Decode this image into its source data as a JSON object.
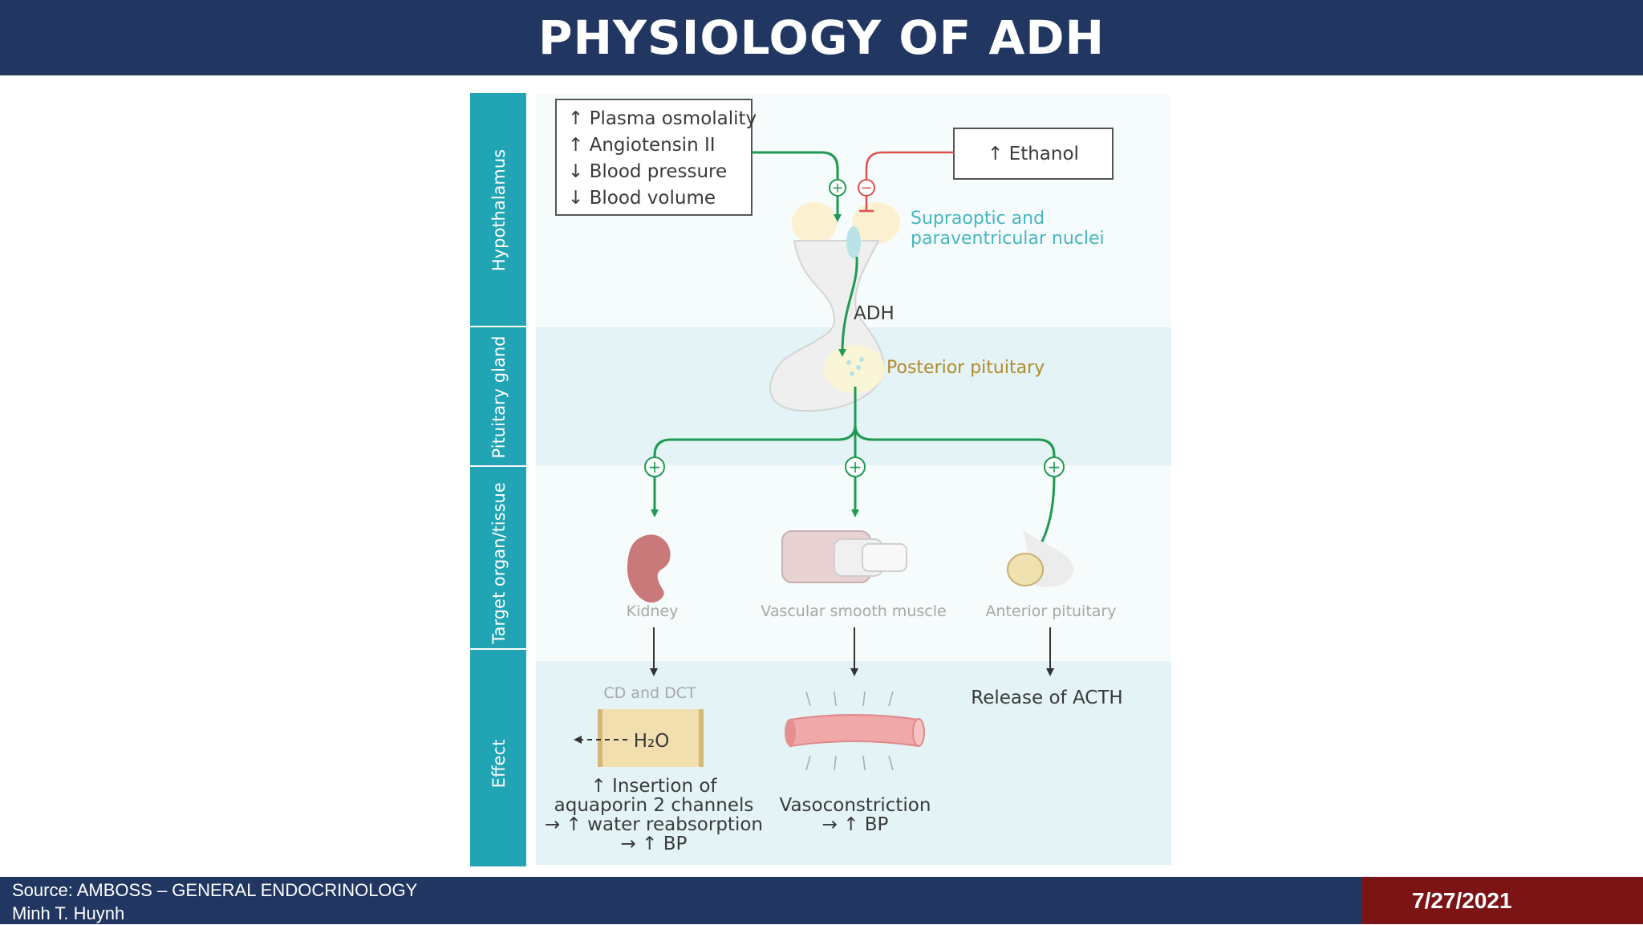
{
  "slide": {
    "title": "PHYSIOLOGY OF ADH"
  },
  "footer": {
    "source_line1": "Source: AMBOSS – GENERAL ENDOCRINOLOGY",
    "source_line2": "Minh T. Huynh",
    "date": "7/27/2021"
  },
  "diagram": {
    "rows": [
      "Hypothalamus",
      "Pituitary gland",
      "Target organ/tissue",
      "Effect"
    ],
    "stimuli": [
      "↑ Plasma osmolality",
      "↑ Angiotensin II",
      "↓ Blood pressure",
      "↓ Blood volume"
    ],
    "inhibitor": "↑ Ethanol",
    "nuclei_line1": "Supraoptic and",
    "nuclei_line2": "paraventricular nuclei",
    "hormone": "ADH",
    "gland": "Posterior pituitary",
    "targets": [
      "Kidney",
      "Vascular smooth muscle",
      "Anterior pituitary"
    ],
    "kidney_segment": "CD and DCT",
    "water": "H₂O",
    "kidney_effect": [
      "↑ Insertion of",
      "aquaporin 2 channels",
      "→ ↑ water reabsorption",
      "→ ↑ BP"
    ],
    "vascular_effect": [
      "Vasoconstriction",
      "→ ↑ BP"
    ],
    "anterior_effect": "Release of ACTH",
    "plus_sign": "+",
    "minus_sign": "−",
    "colors": {
      "stimulation": "#1f9a52",
      "inhibition": "#e05050",
      "sidebar": "#21a4b3",
      "band": "#e3f3f6",
      "header": "#213762",
      "date_box": "#7c1416"
    }
  }
}
